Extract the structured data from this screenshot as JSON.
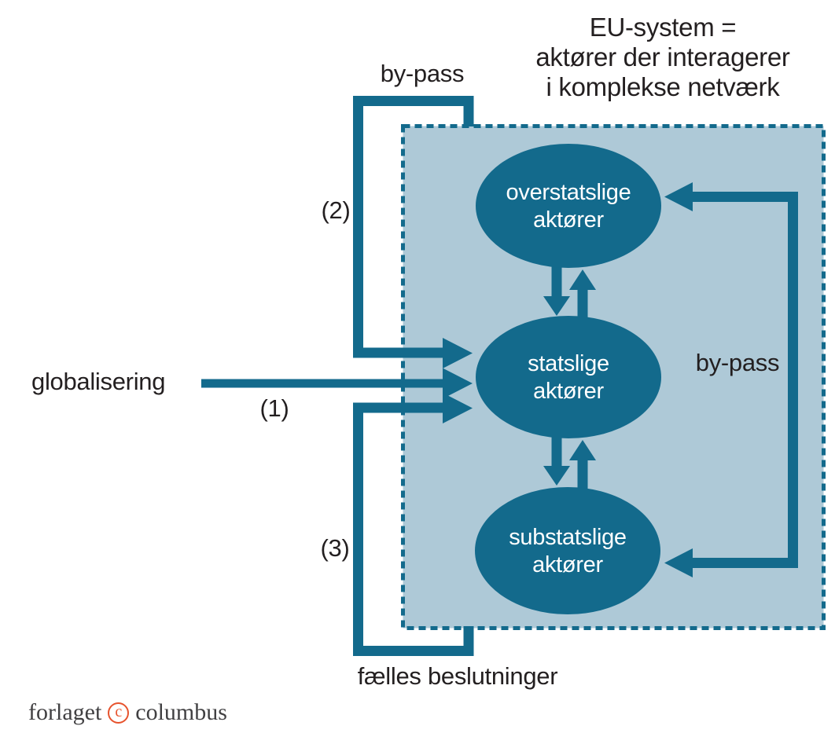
{
  "colors": {
    "teal": "#136a8c",
    "box_fill": "#aec9d7",
    "text_dark": "#231f20",
    "node_text": "#ffffff",
    "logo_text": "#414042",
    "logo_orange": "#e7532d"
  },
  "title": {
    "lines": [
      "EU-system =",
      "aktører der interagerer",
      "i komplekse netværk"
    ]
  },
  "outside": {
    "globalisering_label": "globalisering",
    "bypass_top_label": "by-pass",
    "marker_1": "(1)",
    "marker_2": "(2)",
    "marker_3": "(3)",
    "faelles_label": "fælles beslutninger"
  },
  "box": {
    "bypass_right_label": "by-pass",
    "nodes": [
      {
        "line1": "overstatslige",
        "line2": "aktører"
      },
      {
        "line1": "statslige",
        "line2": "aktører"
      },
      {
        "line1": "substatslige",
        "line2": "aktører"
      }
    ]
  },
  "footer": {
    "word1": "forlaget",
    "copyright": "c",
    "word2": "columbus"
  }
}
